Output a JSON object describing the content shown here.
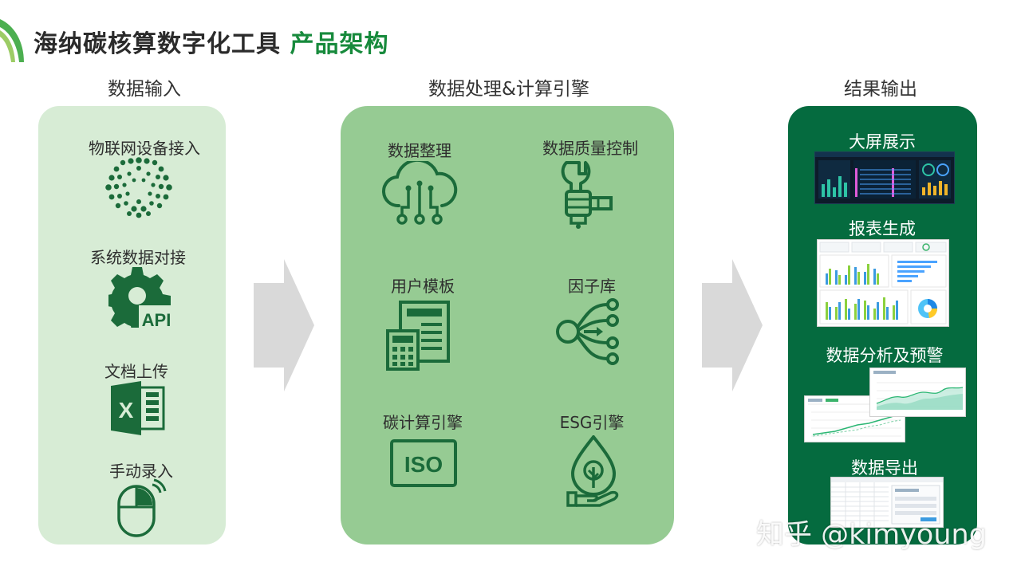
{
  "header": {
    "title_main": "海纳碳核算数字化工具",
    "title_accent": "产品架构"
  },
  "columns": {
    "input": {
      "heading": "数据输入",
      "items": [
        {
          "label": "物联网设备接入",
          "icon": "iot-icon"
        },
        {
          "label": "系统数据对接",
          "icon": "api-gear-icon",
          "icon_text": "API"
        },
        {
          "label": "文档上传",
          "icon": "excel-icon",
          "icon_text": "X"
        },
        {
          "label": "手动录入",
          "icon": "mouse-icon"
        }
      ]
    },
    "processing": {
      "heading": "数据处理&计算引擎",
      "items": [
        {
          "label": "数据整理",
          "icon": "cloud-network-icon"
        },
        {
          "label": "数据质量控制",
          "icon": "wrench-hand-icon"
        },
        {
          "label": "用户模板",
          "icon": "template-calculator-icon"
        },
        {
          "label": "因子库",
          "icon": "factor-network-icon"
        },
        {
          "label": "碳计算引擎",
          "icon": "iso-icon",
          "icon_text": "ISO"
        },
        {
          "label": "ESG引擎",
          "icon": "esg-leaf-hand-icon"
        }
      ]
    },
    "output": {
      "heading": "结果输出",
      "items": [
        {
          "label": "大屏展示",
          "preview": "dashboard-preview"
        },
        {
          "label": "报表生成",
          "preview": "report-preview"
        },
        {
          "label": "数据分析及预警",
          "preview": "analysis-preview"
        },
        {
          "label": "数据导出",
          "preview": "export-preview"
        }
      ]
    }
  },
  "watermark": "知乎 @kimyoung",
  "colors": {
    "dark_green": "#056b3f",
    "icon_green": "#1b6b3a",
    "accent_green": "#178a3c",
    "light_panel": "#d7ecd5",
    "mid_panel": "#96cb93",
    "arrow_gray": "#d9d9d9"
  }
}
